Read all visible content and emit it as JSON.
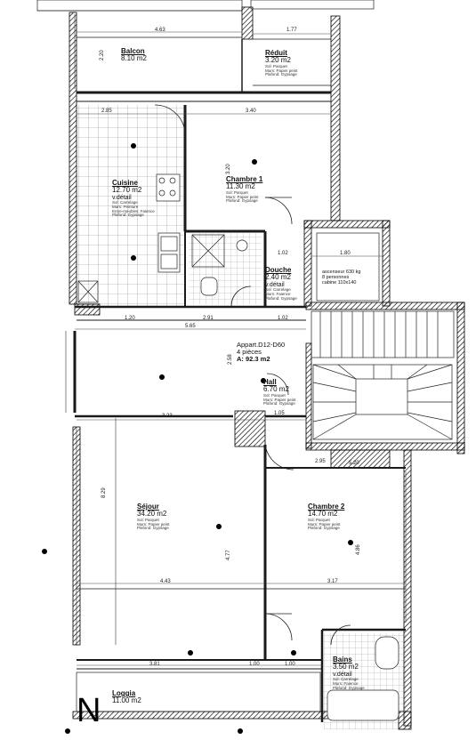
{
  "rooms": [
    {
      "name": "Balcon",
      "area": "8.10 m2",
      "detail": "",
      "finishes": []
    },
    {
      "name": "Réduit",
      "area": "3.20 m2",
      "detail": "",
      "finishes": [
        "Sol: Parquet",
        "Murs: Papier peint",
        "Plafond: Gypsage"
      ]
    },
    {
      "name": "Cuisine",
      "area": "12.70 m2",
      "detail": "v.détail",
      "finishes": [
        "Sol: Carrelage",
        "Murs: Peinture",
        "Entre-meubles: Faience",
        "Plafond: Gypsage"
      ]
    },
    {
      "name": "Chambre 1",
      "area": "11.30 m2",
      "detail": "",
      "finishes": [
        "Sol: Parquet",
        "Murs: Papier peint",
        "Plafond: Gypsage"
      ]
    },
    {
      "name": "Douche",
      "area": "2.40 m2",
      "detail": "v.détail",
      "finishes": [
        "Sol: Carrelage",
        "Murs: Faience",
        "Plafond: Gypsage"
      ]
    },
    {
      "name": "Hall",
      "area": "6.70 m2",
      "detail": "",
      "finishes": [
        "Sol: Parquet",
        "Murs: Papier peint",
        "Plafond: Gypsage"
      ]
    },
    {
      "name": "Séjour",
      "area": "34.20 m2",
      "detail": "",
      "finishes": [
        "Sol: Parquet",
        "Murs: Papier peint",
        "Plafond: Gypsage"
      ]
    },
    {
      "name": "Chambre 2",
      "area": "14.70 m2",
      "detail": "",
      "finishes": [
        "Sol: Parquet",
        "Murs: Papier peint",
        "Plafond: Gypsage"
      ]
    },
    {
      "name": "Bains",
      "area": "3.50 m2",
      "detail": "v.détail",
      "finishes": [
        "Sol: Carrelage",
        "Murs: Faience",
        "Plafond: Gypsage"
      ]
    },
    {
      "name": "Loggia",
      "area": "11.00 m2",
      "detail": "",
      "finishes": []
    }
  ],
  "apartment": {
    "id": "Appart.D12-D60",
    "rooms": "4 pièces",
    "area": "A: 92.3 m2"
  },
  "elevator": {
    "label": "ascenseur 630 kg",
    "persons": "8 personnes",
    "cabin": "cabine 110x140"
  },
  "north": "N",
  "dimensions": [
    "4.63",
    "1.77",
    "2.20",
    "3.40",
    "2.85",
    "3.20",
    "1.02",
    "1.80",
    "1.20",
    "2.91",
    "5.65",
    "1.02",
    "3.23",
    "1.05",
    "5.20",
    "4.43",
    "3.17",
    "3.81",
    "1.00",
    "1.00",
    "2.95",
    "8.29",
    "4.77",
    "4.86",
    "2.58"
  ],
  "colors": {
    "wall": "#1a1a1a",
    "hatch": "#000000",
    "tile": "#9a9a9a",
    "line": "#222222"
  }
}
